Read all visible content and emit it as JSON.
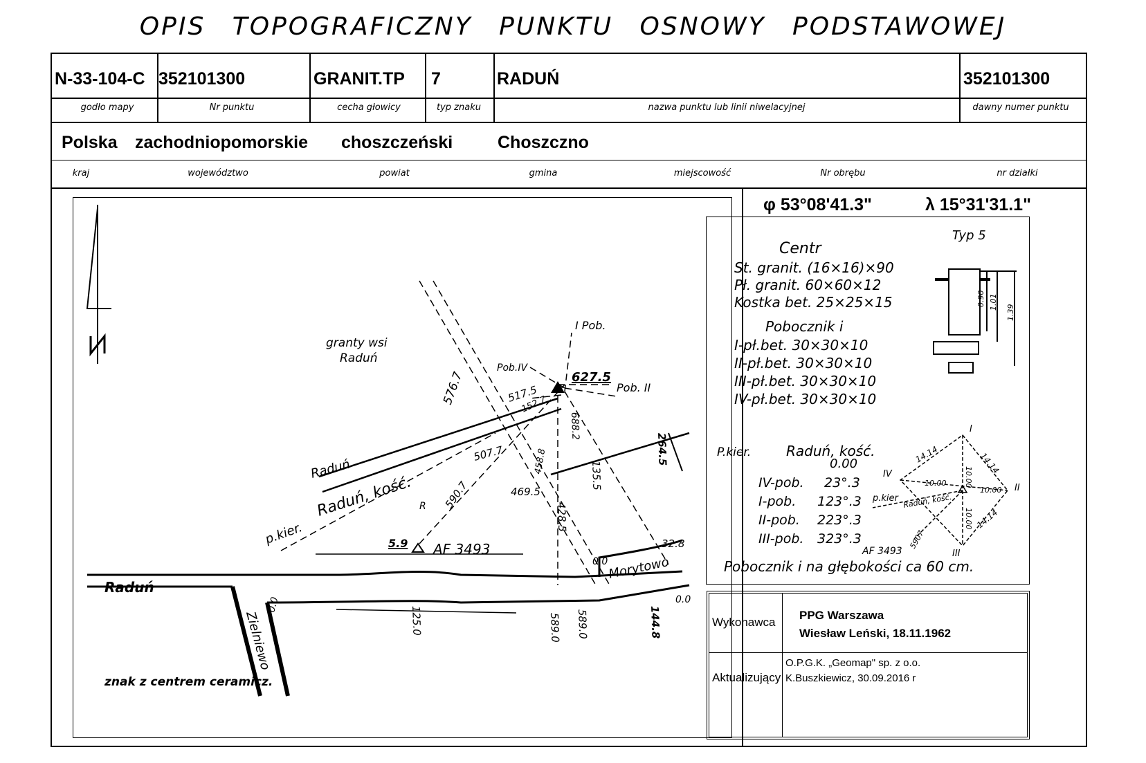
{
  "title": "OPIS TOPOGRAFICZNY PUNKTU OSNOWY PODSTAWOWEJ",
  "row1": {
    "godlo": "N-33-104-C",
    "nr_punktu": "352101300",
    "cecha": "GRANIT.TP",
    "typ": "7",
    "nazwa": "RADUŃ",
    "dawny": "352101300"
  },
  "row1_labels": {
    "godlo": "godło mapy",
    "nr_punktu": "Nr punktu",
    "cecha": "cecha głowicy",
    "typ": "typ znaku",
    "nazwa": "nazwa punktu lub linii niwelacyjnej",
    "dawny": "dawny numer punktu"
  },
  "row2": {
    "kraj": "Polska",
    "wojewodztwo": "zachodniopomorskie",
    "powiat": "choszczeński",
    "gmina": "Choszczno"
  },
  "row2_labels": {
    "kraj": "kraj",
    "wojewodztwo": "województwo",
    "powiat": "powiat",
    "gmina": "gmina",
    "miejscowosc": "miejscowość",
    "obreb": "Nr obrębu",
    "dzialka": "nr działki"
  },
  "coords": {
    "phi": "φ 53°08'41.3\"",
    "lambda": "λ 15°31'31.1\""
  },
  "sketch": {
    "granty": "granty wsi",
    "granty_name": "Raduń",
    "raduń_arrow": "Raduń",
    "raduń_kosc": "Raduń, kość.",
    "p_kier": "p.kier.",
    "raduń_road": "Raduń",
    "morytowo": "Morytowo",
    "zielniewo": "Zielniewo",
    "af": "AF 3493",
    "note": "znak z centrem ceramicz.",
    "pob1": "I Pob.",
    "pob2": "Pob. II",
    "pob4": "Pob.IV",
    "r": "R",
    "d1": "627.5",
    "d2": "576.7",
    "d3": "517.5",
    "d4": "507.7",
    "d5": "590.7",
    "d6": "469.5",
    "d7": "458.8",
    "d8": "428.5",
    "d9": "135.5",
    "d10": "264.5",
    "d11": "32.8",
    "d12": "5.9",
    "d13": "125.0",
    "d14": "589.0",
    "d15": "589.0",
    "d16": "144.8",
    "d17": "0.0",
    "d18": "0.0",
    "d19": "688.2",
    "d20": "152.7",
    "d21": "0.0"
  },
  "centr": {
    "heading": "Centr",
    "l1": "St. granit. (16×16)×90",
    "l2": "Pł. granit. 60×60×12",
    "l3": "Kostka bet. 25×25×15",
    "pob_heading": "Pobocznik i",
    "p1": "I-pł.bet. 30×30×10",
    "p2": "II-pł.bet. 30×30×10",
    "p3": "III-pł.bet. 30×30×10",
    "p4": "IV-pł.bet. 30×30×10",
    "typ": "Typ 5",
    "dim1": "0.90",
    "dim2": "1.01",
    "dim3": "1.39",
    "pkier": "P.kier.",
    "pkier_name": "Raduń, kość.",
    "pkier_val": "0.00",
    "r1_name": "IV-pob.",
    "r1_val": "23°.3",
    "r2_name": "I-pob.",
    "r2_val": "123°.3",
    "r3_name": "II-pob.",
    "r3_val": "223°.3",
    "r4_name": "III-pob.",
    "r4_val": "323°.3",
    "s_I": "I",
    "s_II": "II",
    "s_IV": "IV",
    "s_III": "III",
    "s_1414a": "14.14",
    "s_1414b": "14.14",
    "s_1414c": "14.14",
    "s_1000a": "10.00",
    "s_1000b": "10.00",
    "s_1000c": "10.00",
    "s_1000d": "10.00",
    "s_pkier": "p.kier",
    "s_raduń": "Raduń, kość.",
    "s_af": "AF 3493",
    "s_5907": "5907",
    "footer": "Pobocznik i na głębokości ca 60 cm."
  },
  "exec": {
    "wykonawca_label": "Wykonawca",
    "wykonawca_1": "PPG Warszawa",
    "wykonawca_2": "Wiesław Leński, 18.11.1962",
    "aktual_label": "Aktualizujący",
    "aktual_1": "O.P.G.K. „Geomap\" sp. z o.o.",
    "aktual_2": "K.Buszkiewicz, 30.09.2016 r"
  }
}
